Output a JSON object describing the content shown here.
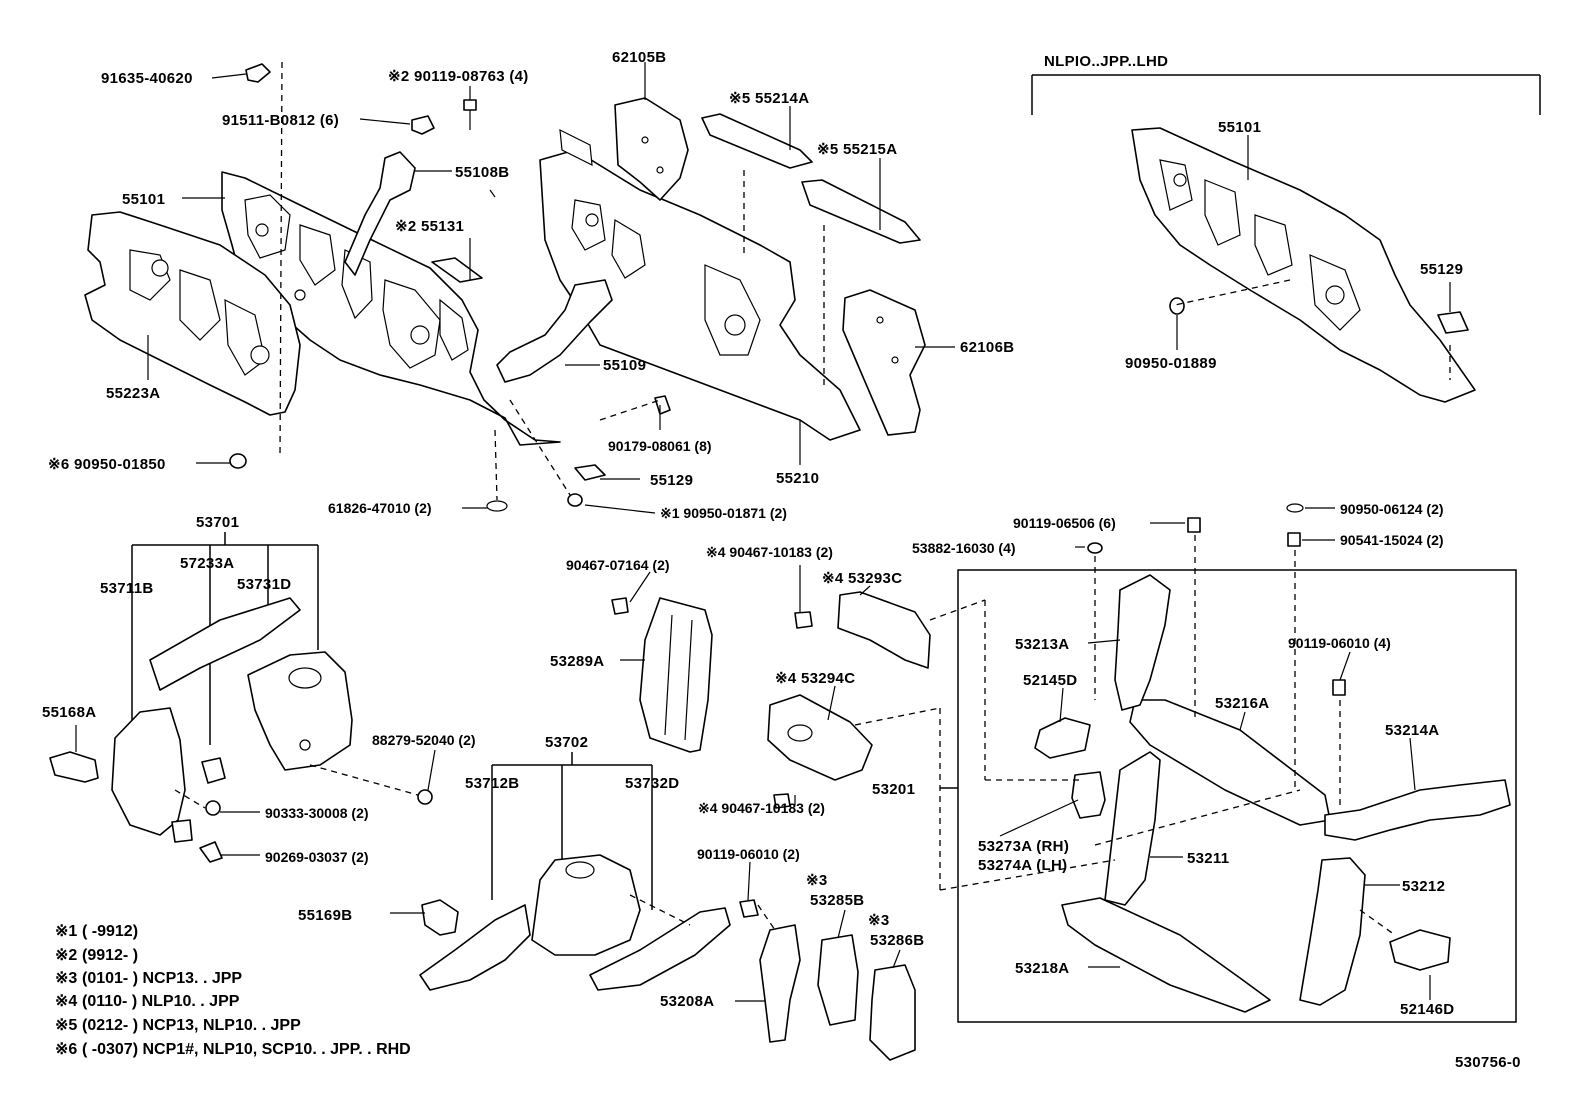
{
  "diagram": {
    "variant_header": "NLPIO..JPP..LHD",
    "figure_number": "530756-0",
    "labels": {
      "l_91635_40620": "91635-40620",
      "l_note2_90119_08763": "※2 90119-08763 (4)",
      "l_62105B": "62105B",
      "l_note5_55214A": "※5 55214A",
      "l_91511_B0812": "91511-B0812 (6)",
      "l_55108B": "55108B",
      "l_note5_55215A": "※5 55215A",
      "l_55101_left": "55101",
      "l_note2_55131": "※2 55131",
      "l_55223A": "55223A",
      "l_55109": "55109",
      "l_62106B": "62106B",
      "l_90179_08061": "90179-08061 (8)",
      "l_note6_90950_01850": "※6 90950-01850",
      "l_55129_left": "55129",
      "l_55210": "55210",
      "l_61826_47010": "61826-47010 (2)",
      "l_note1_90950_01871": "※1 90950-01871 (2)",
      "l_55101_right": "55101",
      "l_55129_right": "55129",
      "l_90950_01889": "90950-01889",
      "l_53701": "53701",
      "l_57233A": "57233A",
      "l_53711B": "53711B",
      "l_53731D": "53731D",
      "l_55168A": "55168A",
      "l_88279_52040": "88279-52040 (2)",
      "l_90333_30008": "90333-30008 (2)",
      "l_90269_03037": "90269-03037 (2)",
      "l_90467_07164": "90467-07164 (2)",
      "l_53289A": "53289A",
      "l_53702": "53702",
      "l_53712B": "53712B",
      "l_53732D": "53732D",
      "l_55169B": "55169B",
      "l_90119_06010_mid": "90119-06010 (2)",
      "l_note3_a": "※3",
      "l_53285B": "53285B",
      "l_note3_b": "※3",
      "l_53286B": "53286B",
      "l_53208A": "53208A",
      "l_note4_90467_10183_top": "※4 90467-10183 (2)",
      "l_note4_53293C": "※4 53293C",
      "l_note4_53294C": "※4 53294C",
      "l_note4_90467_10183_bot": "※4 90467-10183 (2)",
      "l_53201": "53201",
      "l_90119_06506": "90119-06506 (6)",
      "l_53882_16030": "53882-16030 (4)",
      "l_90950_06124": "90950-06124 (2)",
      "l_90541_15024": "90541-15024 (2)",
      "l_53213A": "53213A",
      "l_90119_06010_right": "90119-06010 (4)",
      "l_52145D": "52145D",
      "l_53216A": "53216A",
      "l_53214A": "53214A",
      "l_53273A": "53273A (RH)",
      "l_53274A": "53274A (LH)",
      "l_53211": "53211",
      "l_53212": "53212",
      "l_53218A": "53218A",
      "l_52146D": "52146D"
    },
    "notes": [
      {
        "mark": "※1",
        "text": "(      -9912)"
      },
      {
        "mark": "※2",
        "text": "(9912-      )"
      },
      {
        "mark": "※3",
        "text": "(0101-      ) NCP13. . JPP"
      },
      {
        "mark": "※4",
        "text": "(0110-      ) NLP10. . JPP"
      },
      {
        "mark": "※5",
        "text": "(0212-      ) NCP13, NLP10. . JPP"
      },
      {
        "mark": "※6",
        "text": "(      -0307) NCP1#, NLP10, SCP10. . JPP. . RHD"
      }
    ]
  }
}
